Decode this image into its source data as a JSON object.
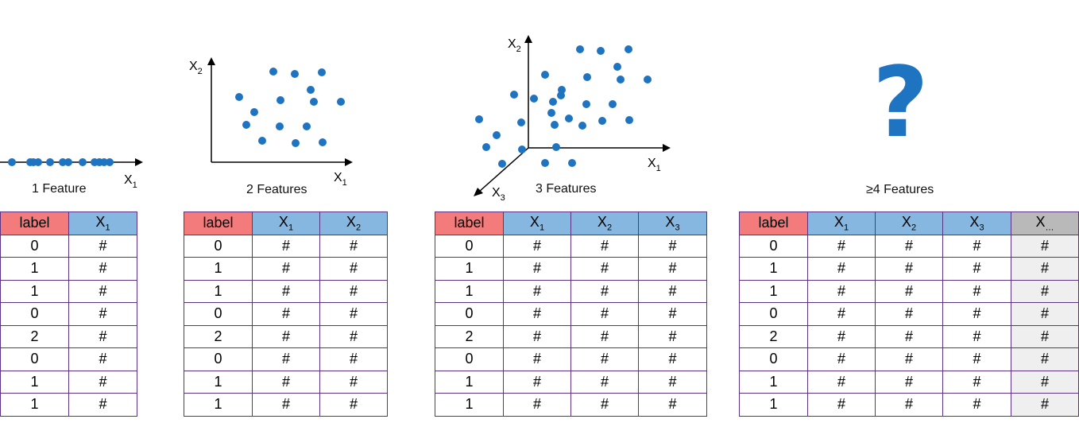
{
  "panels": [
    {
      "caption": "1 Feature",
      "axes": {
        "x": "X",
        "x_sub": "1"
      },
      "points_1d": [
        15,
        38,
        42,
        48,
        63,
        79,
        86,
        104,
        119,
        125,
        131,
        138
      ]
    },
    {
      "caption": "2 Features",
      "axes": {
        "x": "X",
        "x_sub": "1",
        "y": "X",
        "y_sub": "2"
      }
    },
    {
      "caption": "3 Features",
      "axes": {
        "x": "X",
        "x_sub": "1",
        "y": "X",
        "y_sub": "2",
        "z": "X",
        "z_sub": "3"
      }
    },
    {
      "caption": "≥4 Features",
      "glyph": "?"
    }
  ],
  "tables": [
    {
      "headers": [
        {
          "text": "label",
          "sub": "",
          "kind": "lab"
        },
        {
          "text": "X",
          "sub": "1",
          "kind": "feat"
        }
      ]
    },
    {
      "headers": [
        {
          "text": "label",
          "sub": "",
          "kind": "lab"
        },
        {
          "text": "X",
          "sub": "1",
          "kind": "feat"
        },
        {
          "text": "X",
          "sub": "2",
          "kind": "feat"
        }
      ]
    },
    {
      "headers": [
        {
          "text": "label",
          "sub": "",
          "kind": "lab"
        },
        {
          "text": "X",
          "sub": "1",
          "kind": "feat"
        },
        {
          "text": "X",
          "sub": "2",
          "kind": "feat"
        },
        {
          "text": "X",
          "sub": "3",
          "kind": "feat"
        }
      ]
    },
    {
      "headers": [
        {
          "text": "label",
          "sub": "",
          "kind": "lab"
        },
        {
          "text": "X",
          "sub": "1",
          "kind": "feat"
        },
        {
          "text": "X",
          "sub": "2",
          "kind": "feat"
        },
        {
          "text": "X",
          "sub": "3",
          "kind": "feat"
        },
        {
          "text": "X",
          "sub": "…",
          "kind": "more"
        }
      ]
    }
  ],
  "labels": [
    0,
    1,
    1,
    0,
    2,
    0,
    1,
    1
  ],
  "placeholder": "#",
  "colors": {
    "point": "#1f74c1",
    "label_header": "#f47b7b",
    "feature_header": "#86b7e0",
    "more_header": "#b9b9b9",
    "more_cells": "#efefef",
    "border": "#5c3380"
  }
}
